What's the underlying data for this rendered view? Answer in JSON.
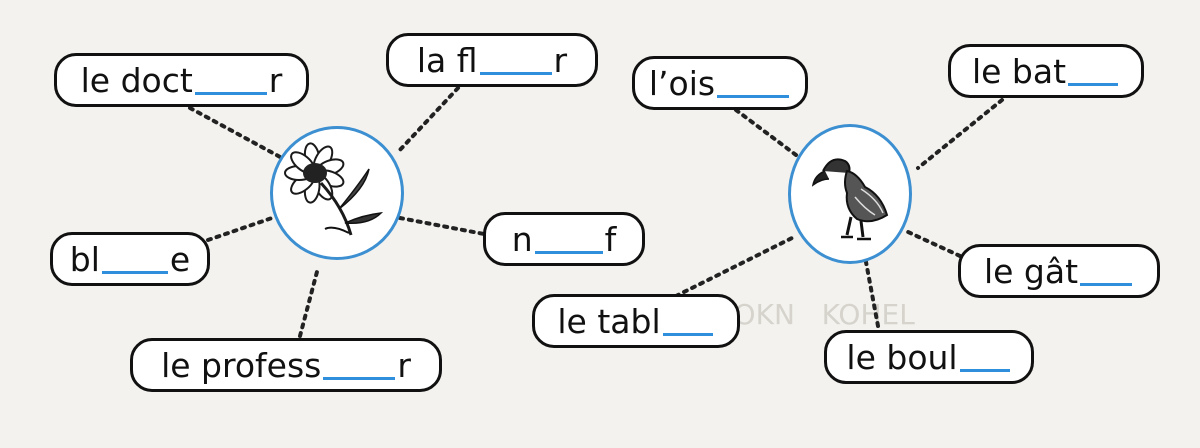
{
  "worksheet": {
    "flower_group": {
      "picture": "daisy-flower-drawing",
      "words": [
        {
          "prefix": "le doct",
          "suffix": "r"
        },
        {
          "prefix": "la fl",
          "suffix": "r"
        },
        {
          "prefix": "bl",
          "suffix": "e"
        },
        {
          "prefix": "n",
          "suffix": "f"
        },
        {
          "prefix": "le profess",
          "suffix": "r"
        }
      ]
    },
    "bird_group": {
      "picture": "vulture-bird-drawing",
      "words": [
        {
          "prefix": "l’ois",
          "suffix": ""
        },
        {
          "prefix": "le bat",
          "suffix": ""
        },
        {
          "prefix": "le gât",
          "suffix": ""
        },
        {
          "prefix": "le tabl",
          "suffix": ""
        },
        {
          "prefix": "le boul",
          "suffix": ""
        }
      ]
    },
    "blank_color": "#2f8fdc",
    "circle_border_color": "#3c8fd1",
    "connector_color": "#222222"
  }
}
